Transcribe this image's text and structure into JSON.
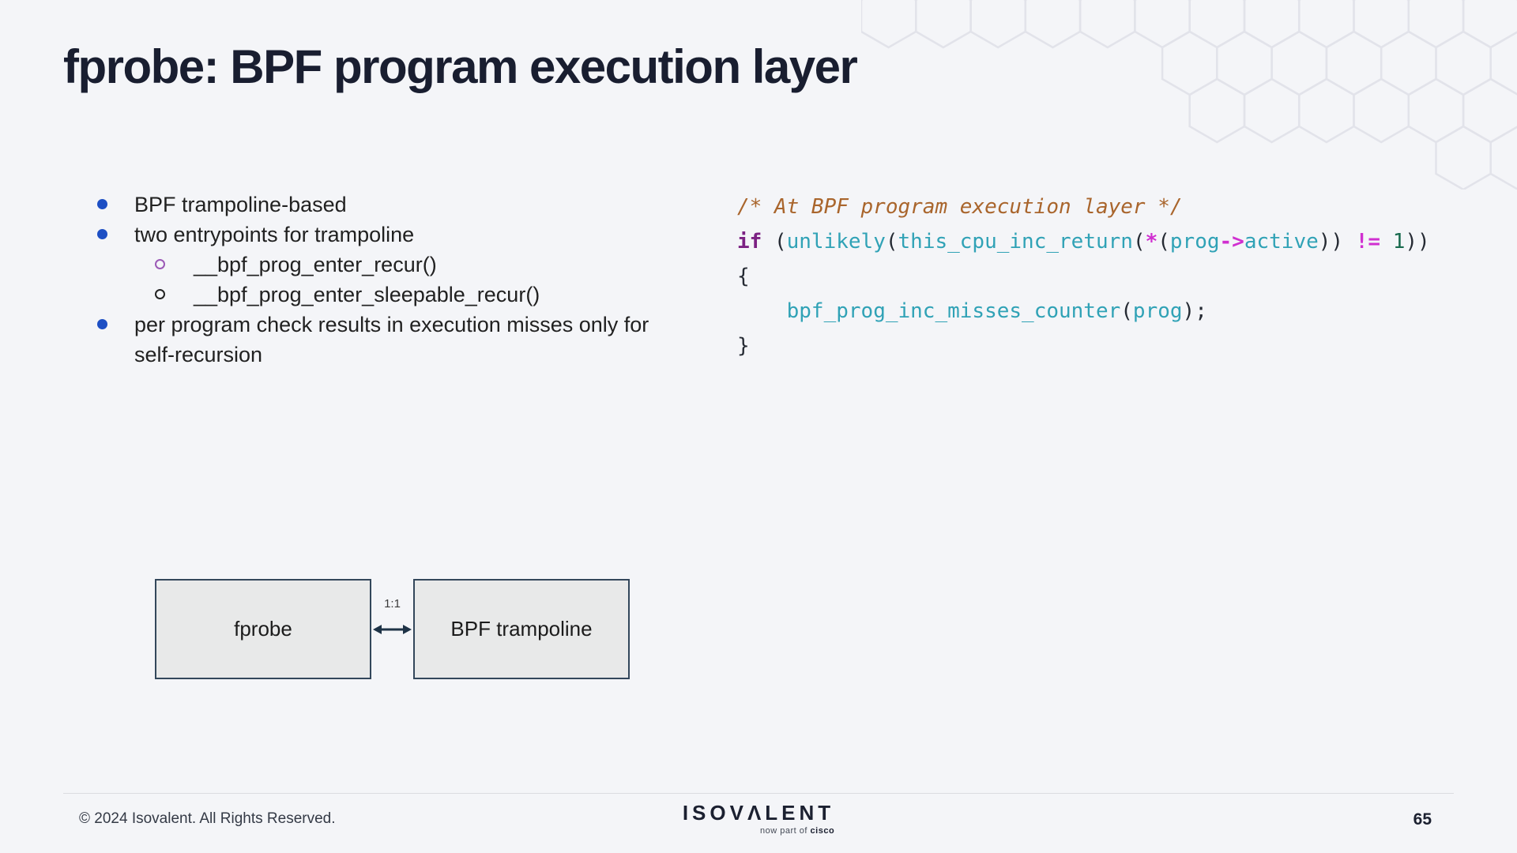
{
  "slide": {
    "title": "fprobe: BPF program execution layer",
    "page_number": "65"
  },
  "bullets": [
    {
      "level": 1,
      "marker": "disc",
      "marker_color": "#1d4fc4",
      "text": "BPF trampoline-based"
    },
    {
      "level": 1,
      "marker": "disc",
      "marker_color": "#1d4fc4",
      "text": "two entrypoints for trampoline"
    },
    {
      "level": 2,
      "marker": "circle",
      "marker_color": "#9b59b6",
      "text": "__bpf_prog_enter_recur()"
    },
    {
      "level": 2,
      "marker": "circle",
      "marker_color": "#222222",
      "text": "__bpf_prog_enter_sleepable_recur()"
    },
    {
      "level": 1,
      "marker": "disc",
      "marker_color": "#1d4fc4",
      "text": "per program check results in execution misses only for self-recursion"
    }
  ],
  "code": {
    "colors": {
      "comment": "#a9652c",
      "keyword": "#7c2283",
      "func": "#30a2b6",
      "operator": "#d02fd0",
      "number": "#186a4e",
      "plain": "#252a33"
    },
    "lines": [
      [
        {
          "t": "/* At BPF program execution layer */",
          "c": "comment"
        }
      ],
      [
        {
          "t": "if",
          "c": "keyword",
          "b": true
        },
        {
          "t": " (",
          "c": "plain"
        },
        {
          "t": "unlikely",
          "c": "func"
        },
        {
          "t": "(",
          "c": "plain"
        },
        {
          "t": "this_cpu_inc_return",
          "c": "func"
        },
        {
          "t": "(",
          "c": "plain"
        },
        {
          "t": "*",
          "c": "operator",
          "b": true
        },
        {
          "t": "(",
          "c": "plain"
        },
        {
          "t": "prog",
          "c": "func"
        },
        {
          "t": "->",
          "c": "operator",
          "b": true
        },
        {
          "t": "active",
          "c": "func"
        },
        {
          "t": ")) ",
          "c": "plain"
        },
        {
          "t": "!=",
          "c": "operator",
          "b": true
        },
        {
          "t": " ",
          "c": "plain"
        },
        {
          "t": "1",
          "c": "number"
        },
        {
          "t": "))",
          "c": "plain"
        }
      ],
      [
        {
          "t": "{",
          "c": "plain"
        }
      ],
      [
        {
          "t": "    ",
          "c": "plain"
        },
        {
          "t": "bpf_prog_inc_misses_counter",
          "c": "func"
        },
        {
          "t": "(",
          "c": "plain"
        },
        {
          "t": "prog",
          "c": "func"
        },
        {
          "t": ");",
          "c": "plain"
        }
      ],
      [
        {
          "t": "}",
          "c": "plain"
        }
      ]
    ]
  },
  "diagram": {
    "boxes": [
      {
        "label": "fprobe"
      },
      {
        "label": "BPF trampoline"
      }
    ],
    "relation_label": "1:1"
  },
  "footer": {
    "copyright": "© 2024 Isovalent. All Rights Reserved.",
    "logo_text": "ISOVΛLENT",
    "logo_subtext_prefix": "now part of ",
    "logo_subtext_brand": "cisco"
  }
}
